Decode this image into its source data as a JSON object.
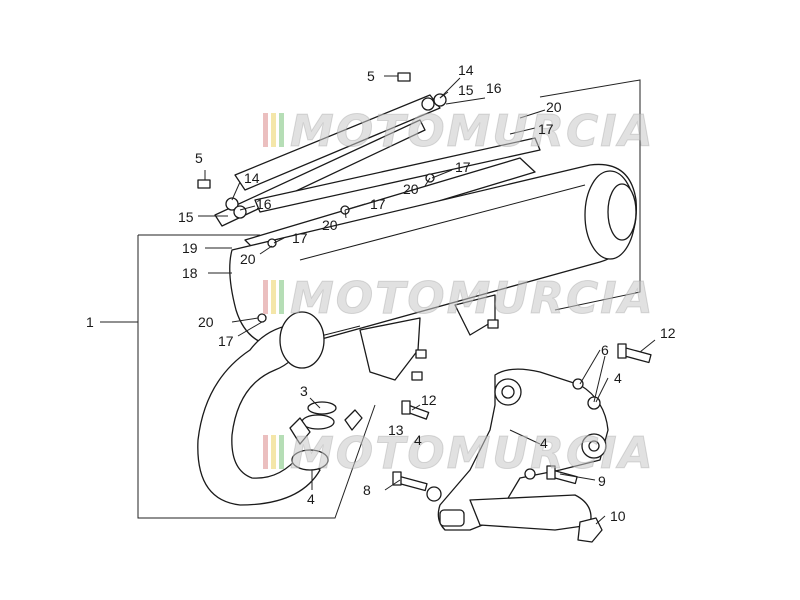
{
  "watermark": {
    "text": "MOTOMURCIA",
    "stripe_colors": [
      "#e8b4b4",
      "#f2e29a",
      "#a9d8a9"
    ]
  },
  "callouts": {
    "c1": "1",
    "c3": "3",
    "c4a": "4",
    "c4b": "4",
    "c4c": "4",
    "c4d": "4",
    "c5a": "5",
    "c5b": "5",
    "c6": "6",
    "c8": "8",
    "c9": "9",
    "c10": "10",
    "c12a": "12",
    "c12b": "12",
    "c13": "13",
    "c14a": "14",
    "c14b": "14",
    "c15a": "15",
    "c15b": "15",
    "c16a": "16",
    "c16b": "16",
    "c17a": "17",
    "c17b": "17",
    "c17c": "17",
    "c17d": "17",
    "c17e": "17",
    "c18": "18",
    "c19": "19",
    "c20a": "20",
    "c20b": "20",
    "c20c": "20",
    "c20d": "20",
    "c20e": "20"
  }
}
